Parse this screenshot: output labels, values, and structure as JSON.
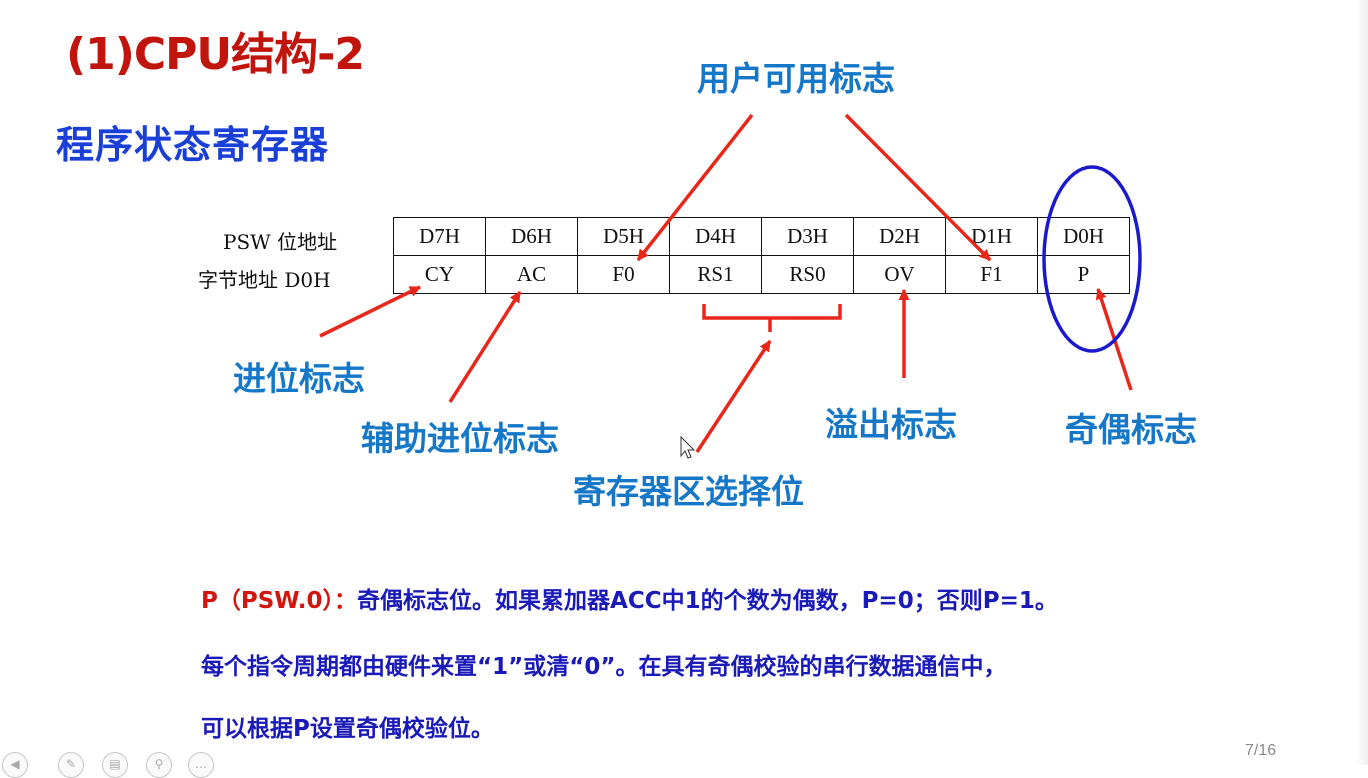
{
  "slide": {
    "title": "(1)CPU结构-2",
    "subtitle": "程序状态寄存器",
    "page_number": "7/16"
  },
  "register_table": {
    "row_label_1": "PSW  位地址",
    "row_label_2": "字节地址  D0H",
    "bit_addresses": [
      "D7H",
      "D6H",
      "D5H",
      "D4H",
      "D3H",
      "D2H",
      "D1H",
      "D0H"
    ],
    "bit_names": [
      "CY",
      "AC",
      "F0",
      "RS1",
      "RS0",
      "OV",
      "F1",
      "P"
    ]
  },
  "annotations": {
    "user_flags": "用户可用标志",
    "carry_flag": "进位标志",
    "aux_carry_flag": "辅助进位标志",
    "bank_select": "寄存器区选择位",
    "overflow_flag": "溢出标志",
    "parity_flag": "奇偶标志"
  },
  "description": {
    "line1_red": "P（PSW.0）：",
    "line1_rest": "奇偶标志位。如果累加器ACC中1的个数为偶数，P=0；否则P=1。",
    "line2": "每个指令周期都由硬件来置“1”或清“0”。在具有奇偶校验的串行数据通信中，",
    "line3": "可以根据P设置奇偶校验位。"
  },
  "colors": {
    "title": "#c0140c",
    "subtitle": "#1a3fd8",
    "label": "#1577c8",
    "arrow": "#e8271a",
    "ellipse": "#1a1acc",
    "text_blue": "#1a1ab8",
    "text_red": "#d2160e"
  },
  "toolbar_icons": [
    "arrow-left-icon",
    "pen-icon",
    "slides-icon",
    "zoom-icon",
    "more-icon"
  ]
}
